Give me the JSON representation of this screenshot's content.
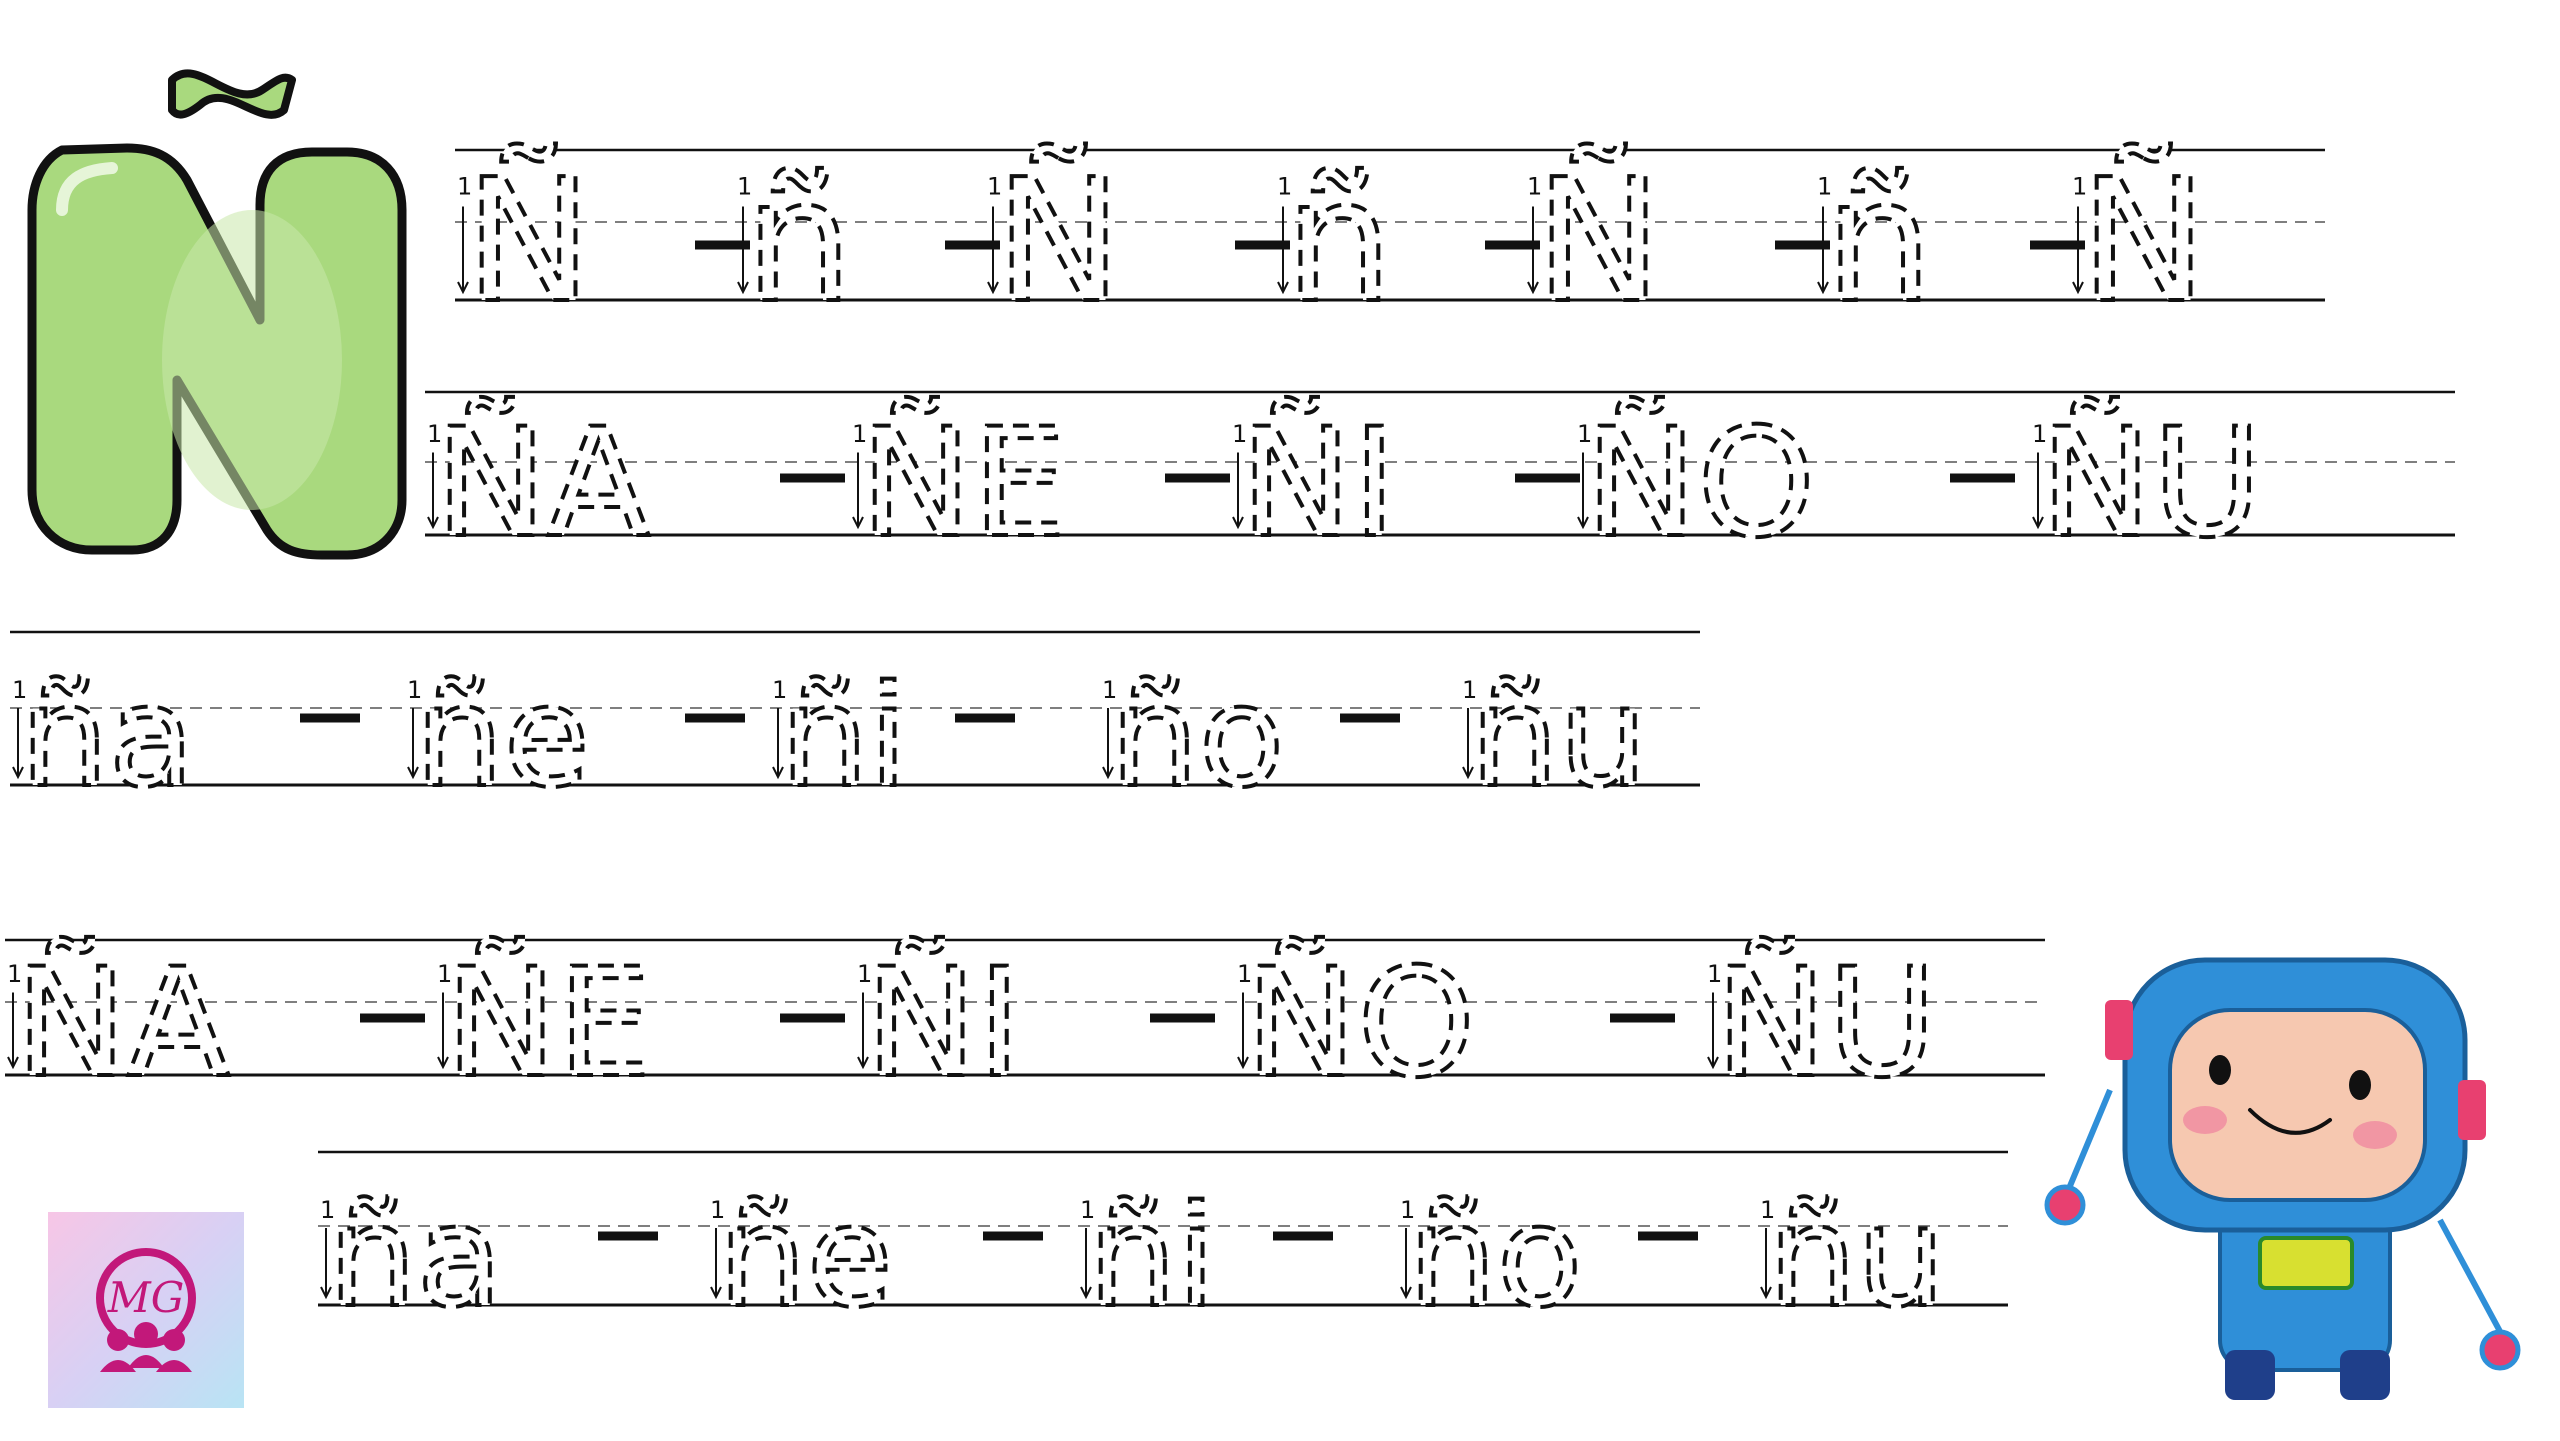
{
  "title_letter": {
    "text": "Ñ",
    "fill_color": "#a9d97e",
    "outline_color": "#111111"
  },
  "rows": [
    {
      "id": "row1",
      "items": [
        "Ñ",
        "ñ",
        "Ñ",
        "ñ",
        "Ñ",
        "ñ",
        "Ñ"
      ]
    },
    {
      "id": "row2",
      "items": [
        "ÑA",
        "ÑE",
        "ÑI",
        "ÑO",
        "ÑU"
      ]
    },
    {
      "id": "row3",
      "items": [
        "ña",
        "ñe",
        "ñi",
        "ño",
        "ñu"
      ]
    },
    {
      "id": "row4",
      "items": [
        "ÑA",
        "ÑE",
        "ÑI",
        "ÑO",
        "ÑU"
      ]
    },
    {
      "id": "row5",
      "items": [
        "ña",
        "ñe",
        "ñi",
        "ño",
        "ñu"
      ]
    }
  ],
  "logo": {
    "text": "MG",
    "color": "#c2187a"
  },
  "icons": {
    "robot": "astronaut-robot-illustration",
    "logo": "mg-logo-icon",
    "arrow": "stroke-direction-arrow-icon"
  },
  "colors": {
    "robot_body": "#2f8fd8",
    "robot_face": "#f6c8b0",
    "robot_accent": "#e84070",
    "robot_belt": "#d8e030"
  }
}
